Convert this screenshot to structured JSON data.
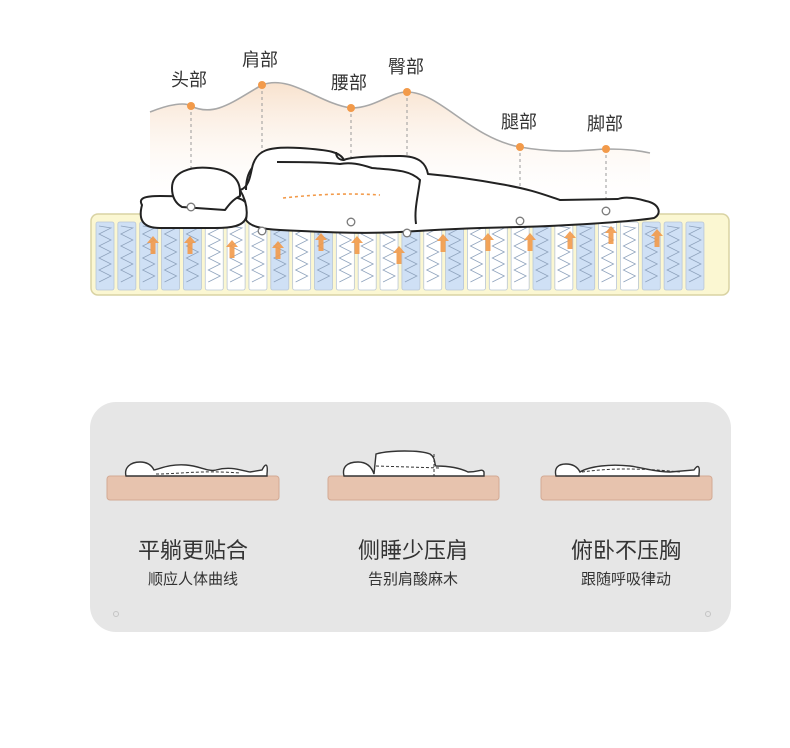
{
  "body_parts": {
    "head": "头部",
    "shoulder": "肩部",
    "waist": "腰部",
    "hip": "臀部",
    "leg": "腿部",
    "foot": "脚部"
  },
  "features": [
    {
      "title": "平躺更贴合",
      "subtitle": "顺应人体曲线"
    },
    {
      "title": "侧睡少压肩",
      "subtitle": "告别肩酸麻木"
    },
    {
      "title": "俯卧不压胸",
      "subtitle": "跟随呼吸律动"
    }
  ],
  "colors": {
    "accent": "#f29a4a",
    "mattress_fill": "#fbf7d2",
    "spring_blue": "#cfe0f5",
    "panel_bg": "#e6e6e6",
    "foam": "#e7c3ae"
  }
}
